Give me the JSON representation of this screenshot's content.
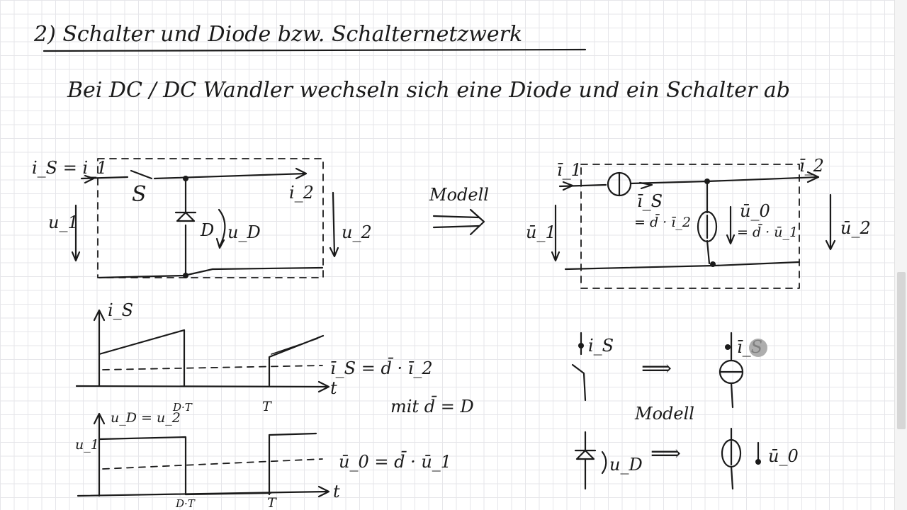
{
  "heading": "2)   Schalter und Diode bzw. Schalternetzwerk",
  "intro": "Bei   DC / DC   Wandler   wechseln   sich   eine  Diode  und  ein  Schalter  ab",
  "circuit_left": {
    "current_in": "i_S = i_1",
    "switch": "S",
    "current_out": "i_2",
    "voltage_in": "u_1",
    "diode": "D",
    "diode_voltage": "u_D",
    "voltage_out": "u_2"
  },
  "model_arrow_label": "Modell",
  "circuit_right": {
    "current_in": "ī_1",
    "current_out": "ī_2",
    "voltage_in": "ū_1",
    "voltage_out": "ū_2",
    "source_current": "ī_S",
    "source_current_eq": "= d̄ · ī_2",
    "source_voltage": "ū_0",
    "source_voltage_eq": "= d̄ · ū_1"
  },
  "plot_top": {
    "ylabel": "i_S",
    "tick_dt": "D·T",
    "tick_t": "T",
    "xlabel": "t",
    "equation": "ī_S = d̄ · ī_2"
  },
  "mit_label": "mit d̄ = D",
  "plot_bottom": {
    "ylabel": "u_D = u_2",
    "level": "u_1",
    "tick_dt": "D·T",
    "tick_t": "T",
    "xlabel": "t",
    "equation": "ū_0 = d̄ · ū_1"
  },
  "model_switch": {
    "current": "i_S",
    "arrow": "⟹",
    "model_current": "ī_S"
  },
  "model_label": "Modell",
  "model_diode": {
    "voltage": "u_D",
    "arrow": "⟹",
    "model_voltage": "ū_0"
  }
}
